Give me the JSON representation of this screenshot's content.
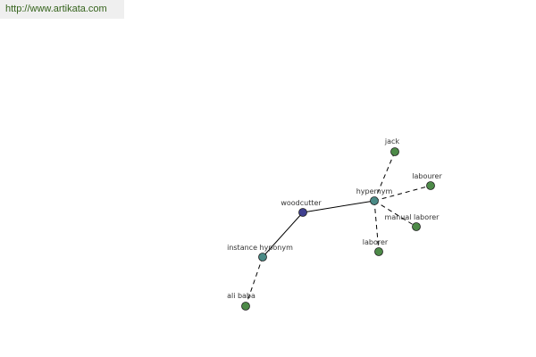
{
  "source_url": "http://www.artikata.com",
  "colors": {
    "url_text": "#35631c",
    "url_bar": "#efefef",
    "edge": "#000000",
    "center_node": "#3f3f8f",
    "relation_node": "#4a8a86",
    "leaf_node": "#4d8a48",
    "label": "#333333"
  },
  "nodes": [
    {
      "id": "woodcutter",
      "label": "woodcutter",
      "kind": "center"
    },
    {
      "id": "hypernym",
      "label": "hypernym",
      "kind": "relation"
    },
    {
      "id": "instance-hyponym",
      "label": "instance hyponym",
      "kind": "relation"
    },
    {
      "id": "jack",
      "label": "jack",
      "kind": "leaf"
    },
    {
      "id": "labourer",
      "label": "labourer",
      "kind": "leaf"
    },
    {
      "id": "manual-laborer",
      "label": "manual laborer",
      "kind": "leaf"
    },
    {
      "id": "laborer",
      "label": "laborer",
      "kind": "leaf"
    },
    {
      "id": "ali-baba",
      "label": "ali baba",
      "kind": "leaf"
    }
  ],
  "edges": [
    {
      "from": "woodcutter",
      "to": "hypernym",
      "style": "solid"
    },
    {
      "from": "woodcutter",
      "to": "instance-hyponym",
      "style": "solid"
    },
    {
      "from": "hypernym",
      "to": "jack",
      "style": "dashed"
    },
    {
      "from": "hypernym",
      "to": "labourer",
      "style": "dashed"
    },
    {
      "from": "hypernym",
      "to": "manual-laborer",
      "style": "dashed"
    },
    {
      "from": "hypernym",
      "to": "laborer",
      "style": "dashed"
    },
    {
      "from": "instance-hyponym",
      "to": "ali-baba",
      "style": "dashed"
    }
  ]
}
